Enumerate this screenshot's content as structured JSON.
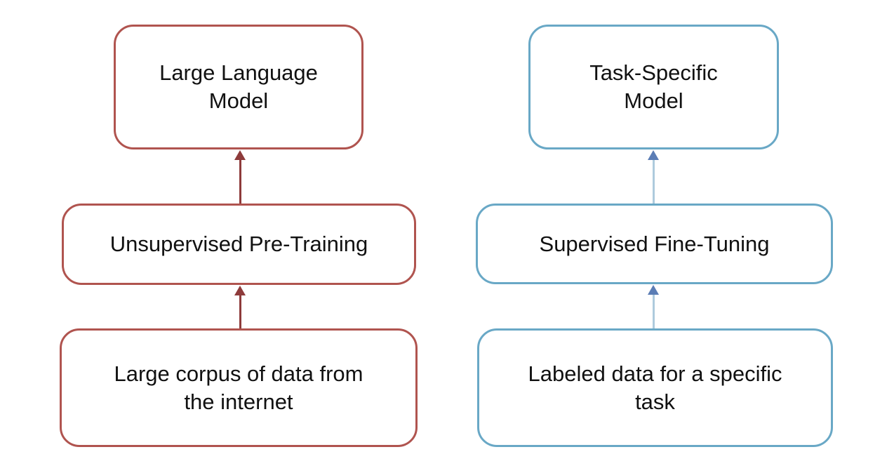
{
  "colors": {
    "background": "#ffffff",
    "text": "#111111",
    "left_border": "#b0544f",
    "left_arrow": "#8e3b3b",
    "right_border": "#69a8c6",
    "right_arrow_line": "#aecbdd",
    "right_arrow_head": "#5b7db5"
  },
  "left_column": {
    "top_box": "Large Language\nModel",
    "middle_box": "Unsupervised Pre-Training",
    "bottom_box": "Large corpus of data from\nthe internet"
  },
  "right_column": {
    "top_box": "Task-Specific\nModel",
    "middle_box": "Supervised Fine-Tuning",
    "bottom_box": "Labeled data for a specific\ntask"
  }
}
